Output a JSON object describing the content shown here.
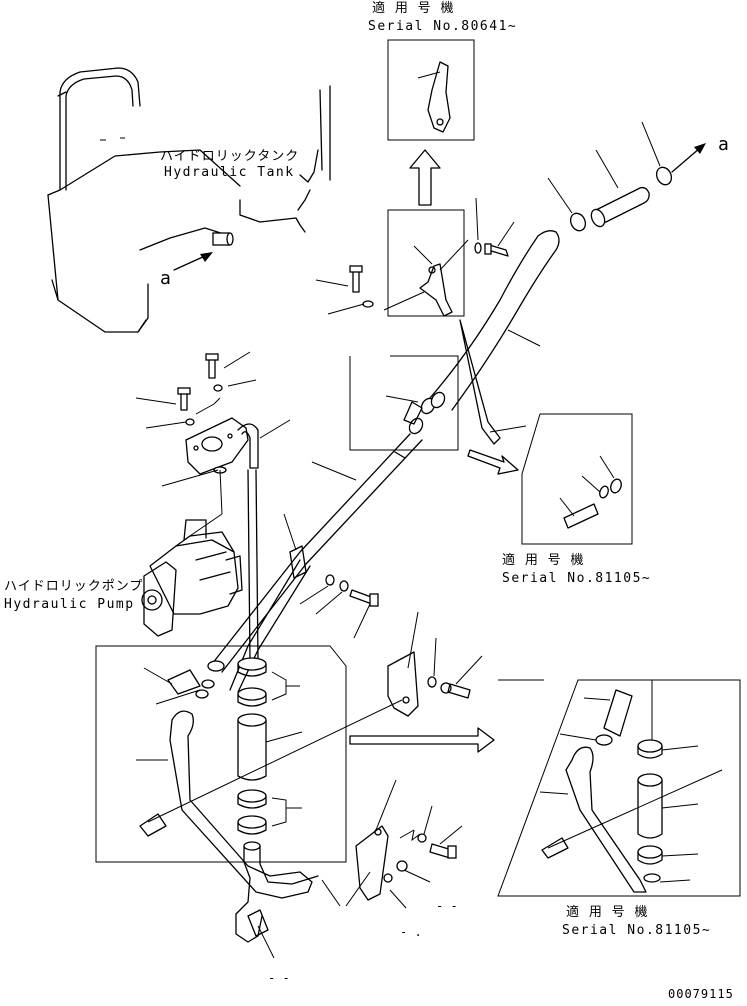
{
  "labels": {
    "serial_top_jp": "適 用 号 機",
    "serial_top_en": "Serial No.80641~",
    "tank_jp": "ハイドロリックタンク",
    "tank_en": "Hydraulic Tank",
    "pump_jp": "ハイドロリックポンプ",
    "pump_en": "Hydraulic Pump",
    "serial_mid_jp": "適 用 号 機",
    "serial_mid_en": "Serial No.81105~",
    "serial_bot_jp": "適 用 号 機",
    "serial_bot_en": "Serial No.81105~",
    "arrow_a_left": "a",
    "arrow_a_right": "a",
    "figure_code": "00079115",
    "dash_1": "- -",
    "dash_2": "- .",
    "dash_3": "- -"
  }
}
